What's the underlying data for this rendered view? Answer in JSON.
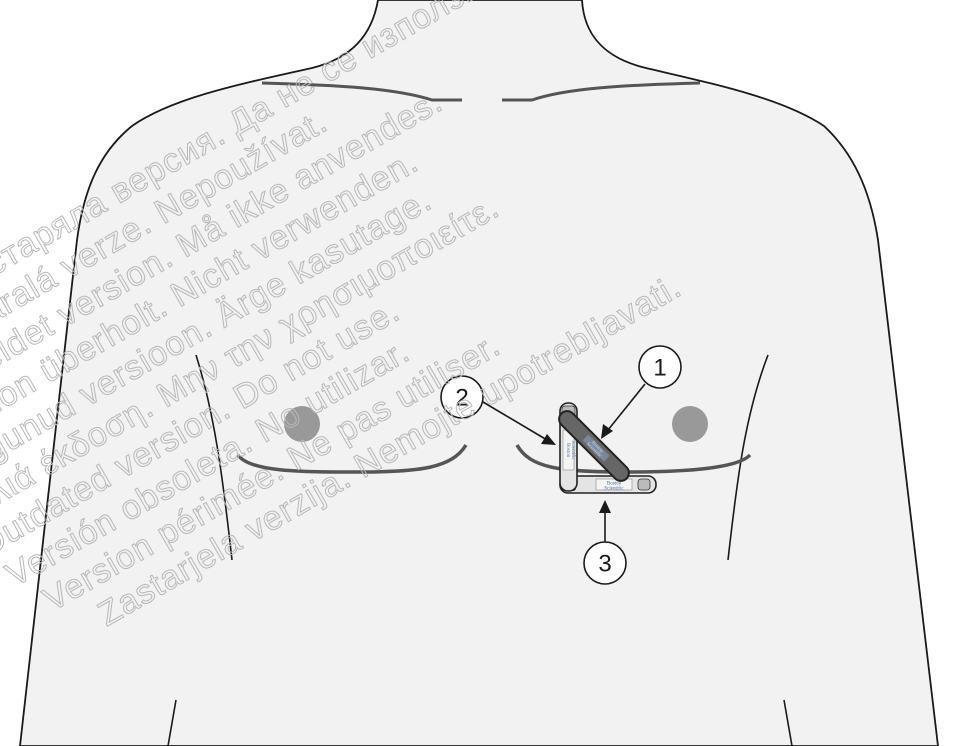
{
  "callouts": [
    {
      "label": "1"
    },
    {
      "label": "2"
    },
    {
      "label": "3"
    }
  ],
  "device_brand": [
    "Boston",
    "Scientific"
  ],
  "watermark_lines": [
    "Остаряла версия. Да не се използва.",
    "Zastaralá verze. Nepoužívat.",
    "Forældet version. Må ikke anvendes.",
    "Version überholt. Nicht verwenden.",
    "Aegunud versioon. Ärge kasutage.",
    "Παλιά έκδοση. Μην την χρησιμοποιείτε.",
    "Outdated version. Do not use.",
    "Versión obsoleta. No utilizar.",
    "Version périmée. Ne pas utiliser.",
    "Zastarjela verzija. Nemojte upotrebljavati."
  ],
  "colors": {
    "body_fill": "#f2f2f2",
    "outline": "#1a1a1a",
    "pectoral_line": "#555555",
    "nipple": "#999999",
    "device_dark": "#666666",
    "device_light": "#e4e4e4"
  }
}
